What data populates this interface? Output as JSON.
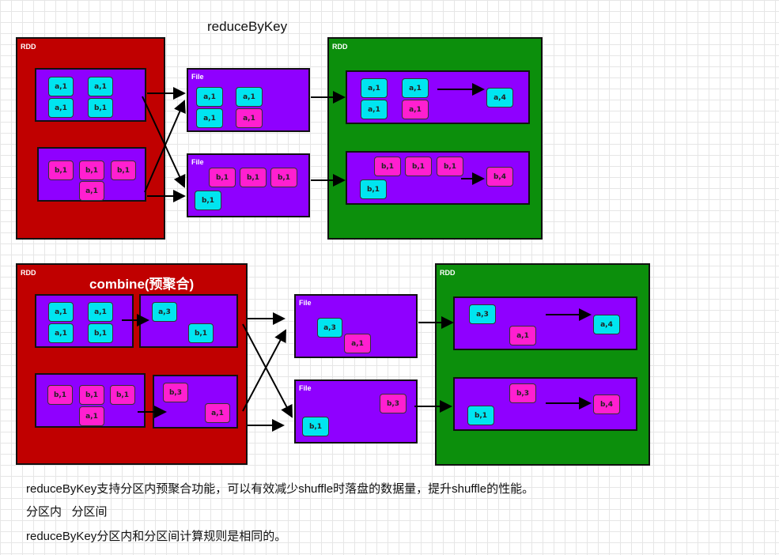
{
  "title_top": "reduceByKey",
  "title_bottom": "combine(预聚合)",
  "labels": {
    "rdd": "RDD",
    "file": "File"
  },
  "chips": {
    "a1": "a,1",
    "b1": "b,1",
    "a3": "a,3",
    "b3": "b,3",
    "a4": "a,4",
    "b4": "b,4"
  },
  "captions": [
    "reduceByKey支持分区内预聚合功能，可以有效减少shuffle时落盘的数据量，提升shuffle的性能。",
    "分区内   分区间",
    "reduceByKey分区内和分区间计算规则是相同的。"
  ],
  "colors": {
    "rdd_red": "#c00000",
    "rdd_green": "#0c8f0c",
    "partition": "#8f00ff",
    "chip_a": "#00e5f0",
    "chip_b": "#ff1fd0"
  }
}
